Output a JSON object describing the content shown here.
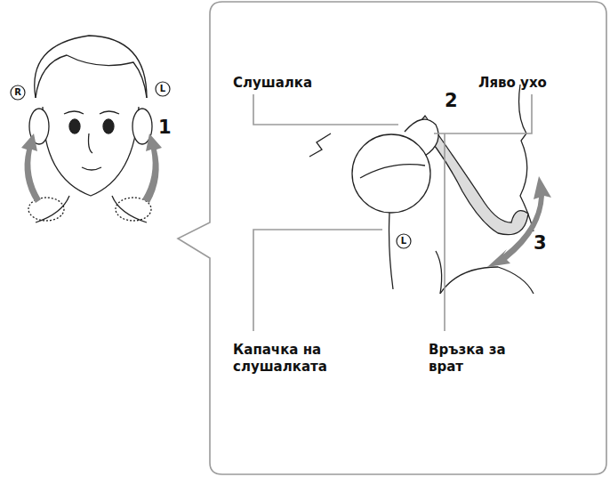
{
  "diagram": {
    "labels": [
      "Слушалка",
      "Ляво ухо",
      "2",
      "Капачка на слушалката",
      "Връзка за врат",
      "3",
      "L",
      "R",
      "L",
      "1"
    ]
  }
}
